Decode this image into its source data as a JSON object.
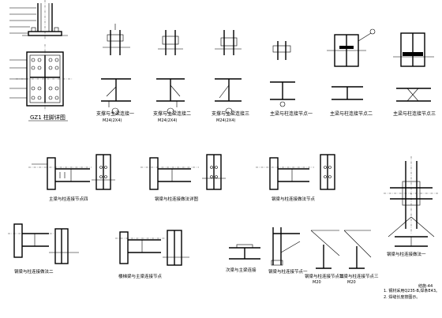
{
  "titles": {
    "gz1": "GZ1 柱脚详图",
    "d1": "支撑与主梁连接一",
    "d2": "支撑与主梁连接二",
    "d3": "支撑与主梁连接三",
    "r1": "主梁与柱连接节点一",
    "r2": "主梁与柱连接节点二",
    "r3": "主梁与柱连接节点三",
    "r4": "主梁与柱连接节点四",
    "r5": "钢梁与柱连接做法详图",
    "r6": "钢梁与柱连接做法节点",
    "r7": "钢梁与柱连接做法一",
    "r8": "钢梁与柱连接做法二",
    "r9": "楼梯梁与主梁连接节点",
    "r10": "次梁与主梁连接",
    "r11": "钢梁与柱连接节点一",
    "r12": "钢梁与柱连接节点二",
    "r13": "钢梁与柱连接节点三"
  },
  "sub_labels": {
    "d1": "M24(2X4)",
    "d2": "M24(2X4)",
    "d3": "M24(2X4)",
    "c1": "M20",
    "c2": "M20"
  },
  "notes": {
    "n1": "1. 钢材采用Q235-B,焊条E43。",
    "n2": "2. 焊缝长度按图示。"
  },
  "stamp": "结施-44"
}
